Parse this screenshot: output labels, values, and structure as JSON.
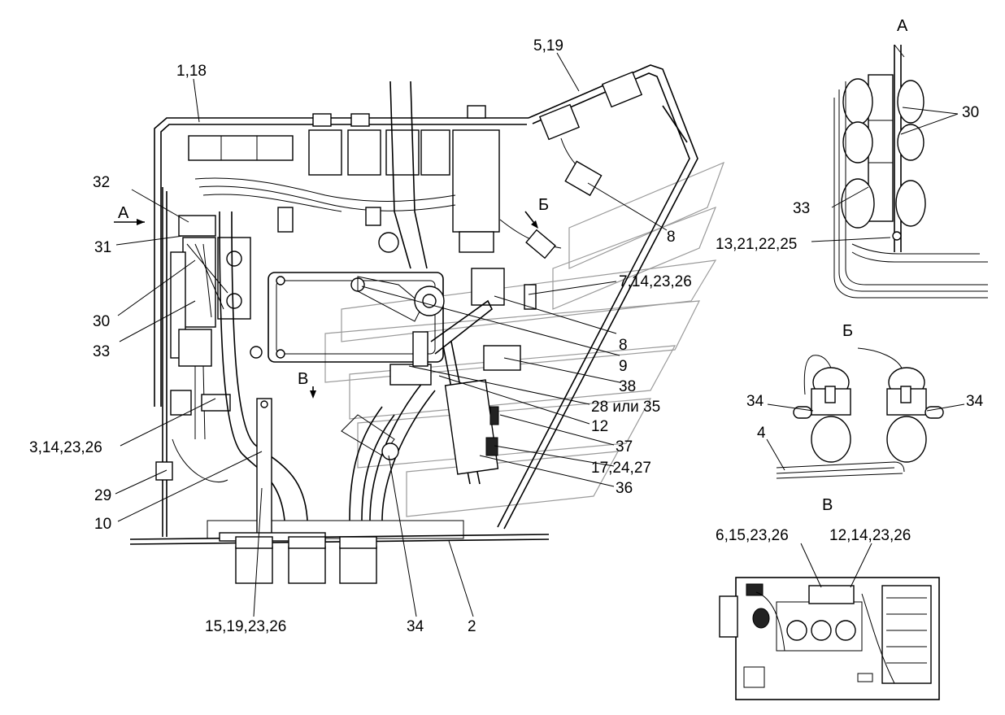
{
  "view_titles": {
    "a": "А",
    "b": "Б",
    "v": "В"
  },
  "arrows": {
    "a": "А",
    "b": "Б",
    "v": "В"
  },
  "callouts": {
    "c1_18": "1,18",
    "c5_19": "5,19",
    "c32": "32",
    "c31": "31",
    "c30": "30",
    "c33": "33",
    "c8a": "8",
    "c7_14_23_26": "7,14,23,26",
    "c8b": "8",
    "c9": "9",
    "c38": "38",
    "c28_35": "28 или 35",
    "c12": "12",
    "c37": "37",
    "c17_24_27": "17,24,27",
    "c36": "36",
    "c3_14_23_26": "3,14,23,26",
    "c29": "29",
    "c10": "10",
    "c15_19_23_26": "15,19,23,26",
    "c34": "34",
    "c2": "2",
    "a30": "30",
    "a33": "33",
    "a13_21_22_25": "13,21,22,25",
    "b34l": "34",
    "b34r": "34",
    "b4": "4",
    "v6_15_23_26": "6,15,23,26",
    "v12_14_23_26": "12,14,23,26"
  }
}
